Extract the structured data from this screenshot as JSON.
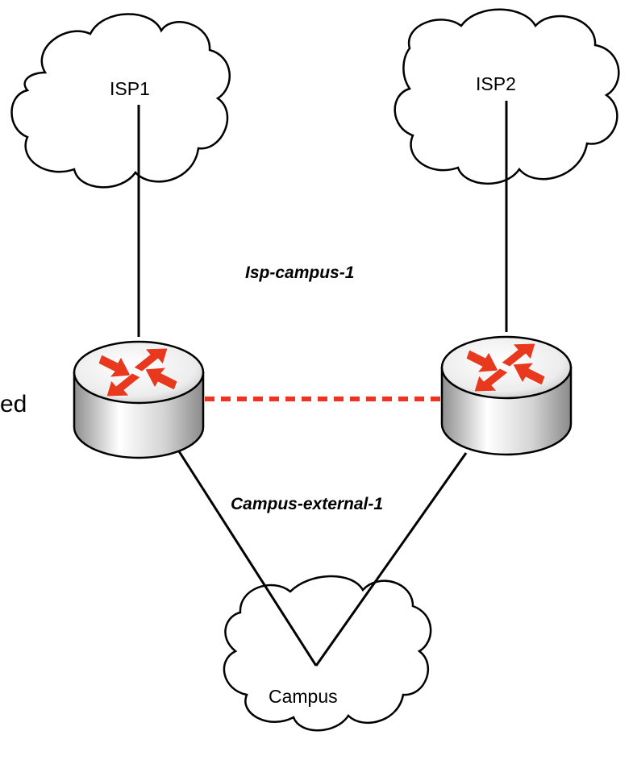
{
  "diagram": {
    "clouds": {
      "isp1": "ISP1",
      "isp2": "ISP2",
      "campus": "Campus"
    },
    "links": {
      "top_label": "Isp-campus-1",
      "bottom_label": "Campus-external-1"
    },
    "partial_text": "ed",
    "colors": {
      "arrow": "#e8391f",
      "dashed_link": "#ee3322",
      "router_body_light": "#ffffff",
      "router_body_dark": "#9a9a9a",
      "line": "#000000"
    }
  }
}
